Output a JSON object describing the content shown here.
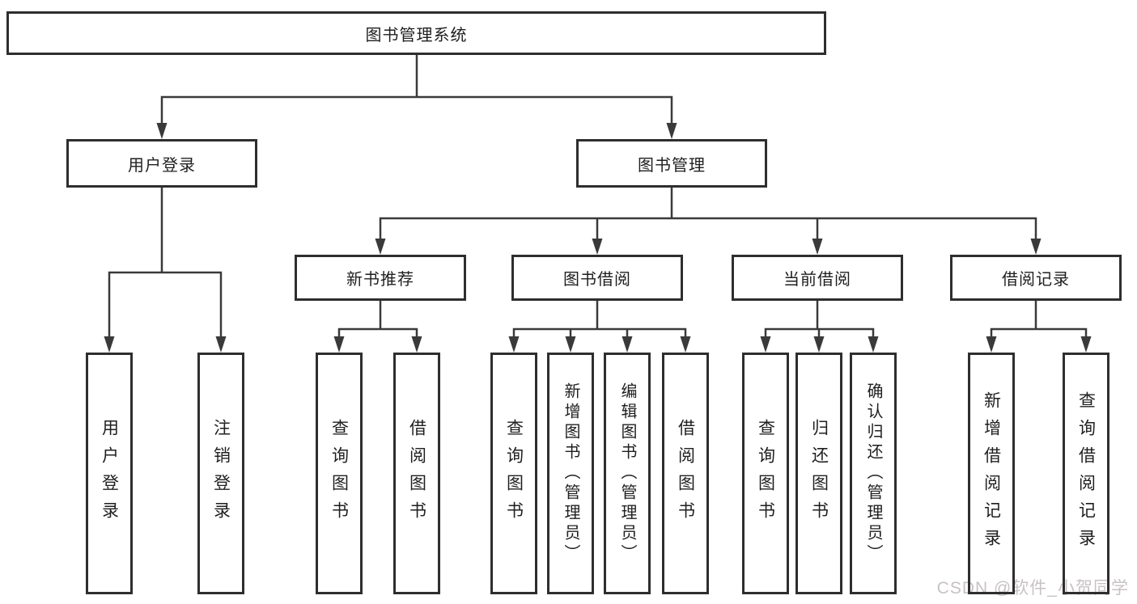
{
  "tree": {
    "label": "图书管理系统",
    "children": [
      {
        "label": "用户登录",
        "children": [
          {
            "label": "用户登录"
          },
          {
            "label": "注销登录"
          }
        ]
      },
      {
        "label": "图书管理",
        "children": [
          {
            "label": "新书推荐",
            "children": [
              {
                "label": "查询图书"
              },
              {
                "label": "借阅图书"
              }
            ]
          },
          {
            "label": "图书借阅",
            "children": [
              {
                "label": "查询图书"
              },
              {
                "label": "新增图书（管理员）"
              },
              {
                "label": "编辑图书（管理员）"
              },
              {
                "label": "借阅图书"
              }
            ]
          },
          {
            "label": "当前借阅",
            "children": [
              {
                "label": "查询图书"
              },
              {
                "label": "归还图书"
              },
              {
                "label": "确认归还（管理员）"
              }
            ]
          },
          {
            "label": "借阅记录",
            "children": [
              {
                "label": "新增借阅记录"
              },
              {
                "label": "查询借阅记录"
              }
            ]
          }
        ]
      }
    ]
  },
  "watermark": {
    "text": "CSDN @软件_小贺同学"
  },
  "colors": {
    "line": "#3a3a3a",
    "box_border": "#2e2e2e",
    "text": "#1f1f1f",
    "background": "#ffffff",
    "watermark": "#c8c2c2"
  }
}
